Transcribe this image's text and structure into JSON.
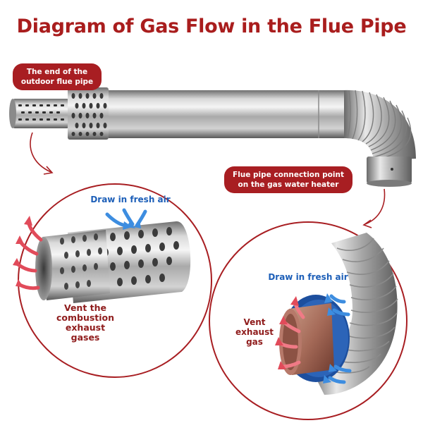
{
  "title": "Diagram of Gas Flow in the Flue Pipe",
  "callouts": {
    "outdoor_end": [
      "The end of the",
      "outdoor flue pipe"
    ],
    "heater_connection": [
      "Flue pipe connection point",
      "on the gas water heater"
    ]
  },
  "left_detail": {
    "intake_label": "Draw in fresh air",
    "exhaust_label": [
      "Vent the",
      "combustion",
      "exhaust",
      "gases"
    ]
  },
  "right_detail": {
    "intake_label": "Draw in fresh air",
    "exhaust_label": [
      "Vent",
      "exhaust",
      "gas"
    ]
  },
  "colors": {
    "accent_red": "#a81e22",
    "title_red": "#a91d1d",
    "intake_blue": "#1d5fb8",
    "exhaust_red": "#8f1c1c"
  },
  "icons": [
    "arrow-icon",
    "fresh-air-arrow-icon",
    "exhaust-arrow-icon"
  ]
}
